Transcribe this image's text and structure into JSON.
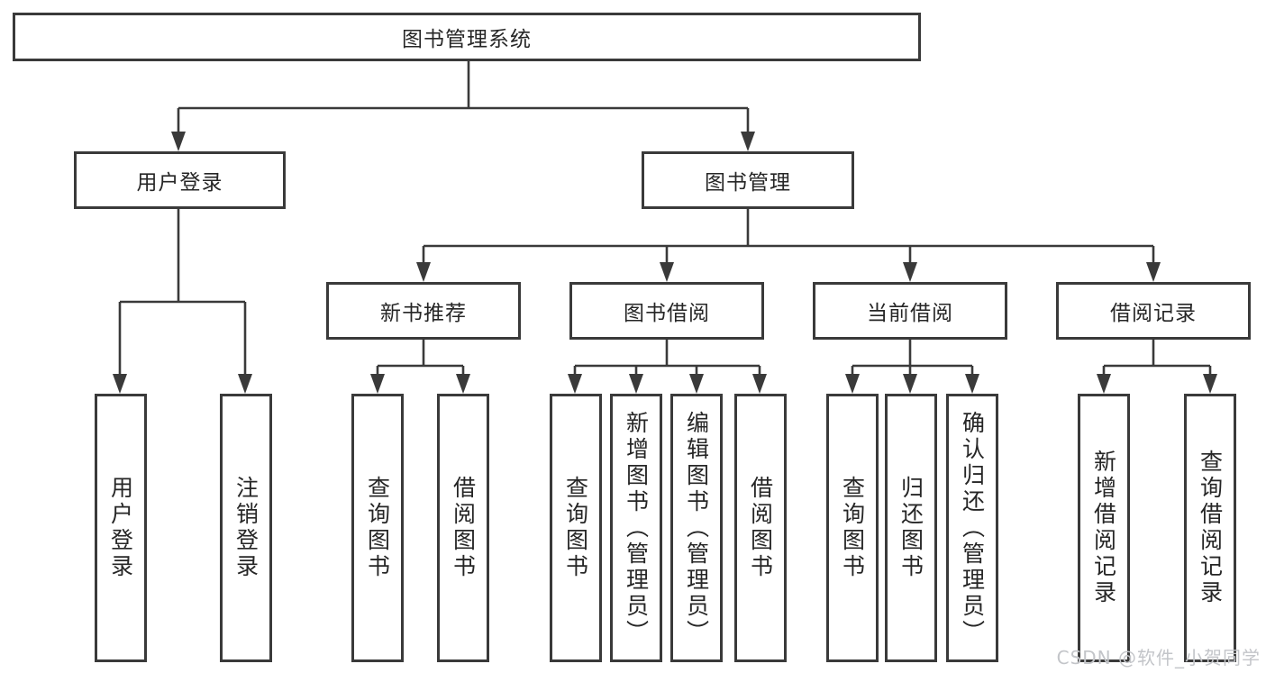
{
  "colors": {
    "background": "#ffffff",
    "line": "#3a3a3a",
    "text": "#262626",
    "watermark": "#c3c5c9"
  },
  "watermark": {
    "text": "CSDN @软件_小贺同学"
  },
  "tree": {
    "root": {
      "label": "图书管理系统"
    },
    "login": {
      "label": "用户登录",
      "children": [
        {
          "label": "用户登录"
        },
        {
          "label": "注销登录"
        }
      ]
    },
    "management": {
      "label": "图书管理",
      "sections": [
        {
          "label": "新书推荐",
          "children": [
            {
              "label": "查询图书"
            },
            {
              "label": "借阅图书"
            }
          ]
        },
        {
          "label": "图书借阅",
          "children": [
            {
              "label": "查询图书"
            },
            {
              "label": "新增图书（管理员）"
            },
            {
              "label": "编辑图书（管理员）"
            },
            {
              "label": "借阅图书"
            }
          ]
        },
        {
          "label": "当前借阅",
          "children": [
            {
              "label": "查询图书"
            },
            {
              "label": "归还图书"
            },
            {
              "label": "确认归还（管理员）"
            }
          ]
        },
        {
          "label": "借阅记录",
          "children": [
            {
              "label": "新增借阅记录"
            },
            {
              "label": "查询借阅记录"
            }
          ]
        }
      ]
    }
  }
}
